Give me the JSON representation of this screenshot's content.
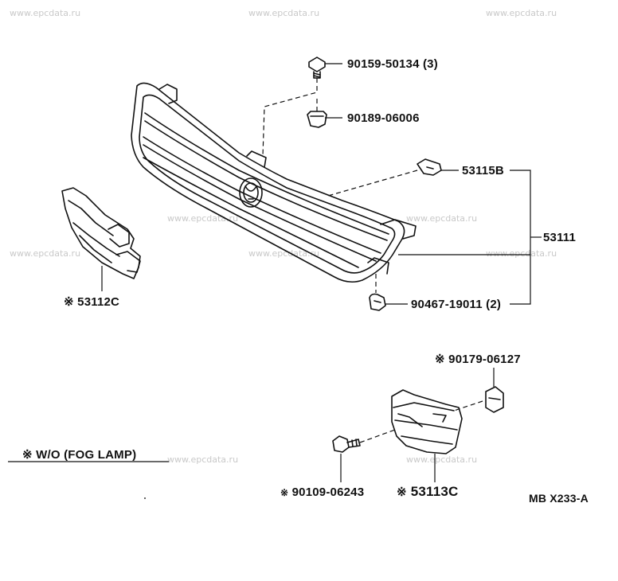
{
  "watermark": "www.epcdata.ru",
  "parts": {
    "bolt_top": "90159-50134 (3)",
    "nut_top": "90189-06006",
    "retainer": "53115B",
    "grille": "53111",
    "clip_bottom": "90467-19011 (2)",
    "left_bracket": "53112C",
    "clip_right_bracket": "90179-06127",
    "screw_bracket": "90109-06243",
    "right_bracket": "53113C"
  },
  "marker_symbol": "※",
  "note": "W/O (FOG LAMP)",
  "diagram_code": "MB X233-A"
}
